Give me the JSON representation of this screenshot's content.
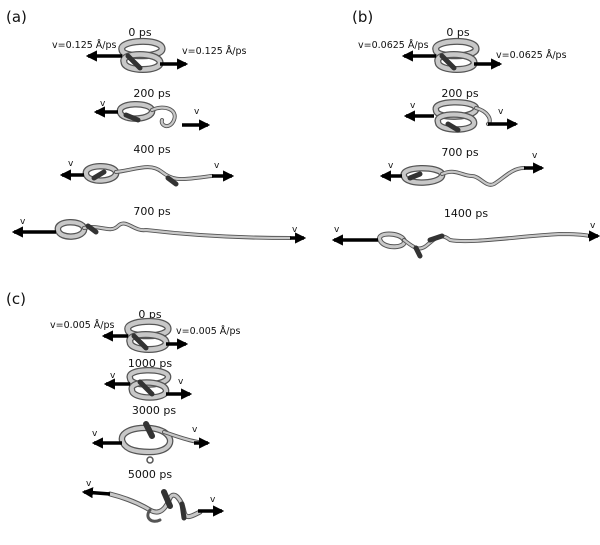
{
  "panels": [
    {
      "id": "a",
      "label": "(a)",
      "velocity_left": "v=0.125 Å/ps",
      "velocity_right": "v=0.125 Å/ps",
      "frames": [
        {
          "time": "0 ps",
          "arrow_label": ""
        },
        {
          "time": "200 ps",
          "arrow_label": "v"
        },
        {
          "time": "400 ps",
          "arrow_label": "v"
        },
        {
          "time": "700 ps",
          "arrow_label": "v"
        }
      ]
    },
    {
      "id": "b",
      "label": "(b)",
      "velocity_left": "v=0.0625 Å/ps",
      "velocity_right": "v=0.0625 Å/ps",
      "frames": [
        {
          "time": "0 ps",
          "arrow_label": ""
        },
        {
          "time": "200 ps",
          "arrow_label": "v"
        },
        {
          "time": "700 ps",
          "arrow_label": "v"
        },
        {
          "time": "1400 ps",
          "arrow_label": "v"
        }
      ]
    },
    {
      "id": "c",
      "label": "(c)",
      "velocity_left": "v=0.005 Å/ps",
      "velocity_right": "v=0.005 Å/ps",
      "frames": [
        {
          "time": "0 ps",
          "arrow_label": ""
        },
        {
          "time": "1000 ps",
          "arrow_label": "v"
        },
        {
          "time": "3000 ps",
          "arrow_label": "v"
        },
        {
          "time": "5000 ps",
          "arrow_label": "v"
        }
      ]
    }
  ],
  "colors": {
    "ribbon": "#b9b9b9",
    "ribbon_dark": "#3a3a3a",
    "arrow": "#000000"
  }
}
